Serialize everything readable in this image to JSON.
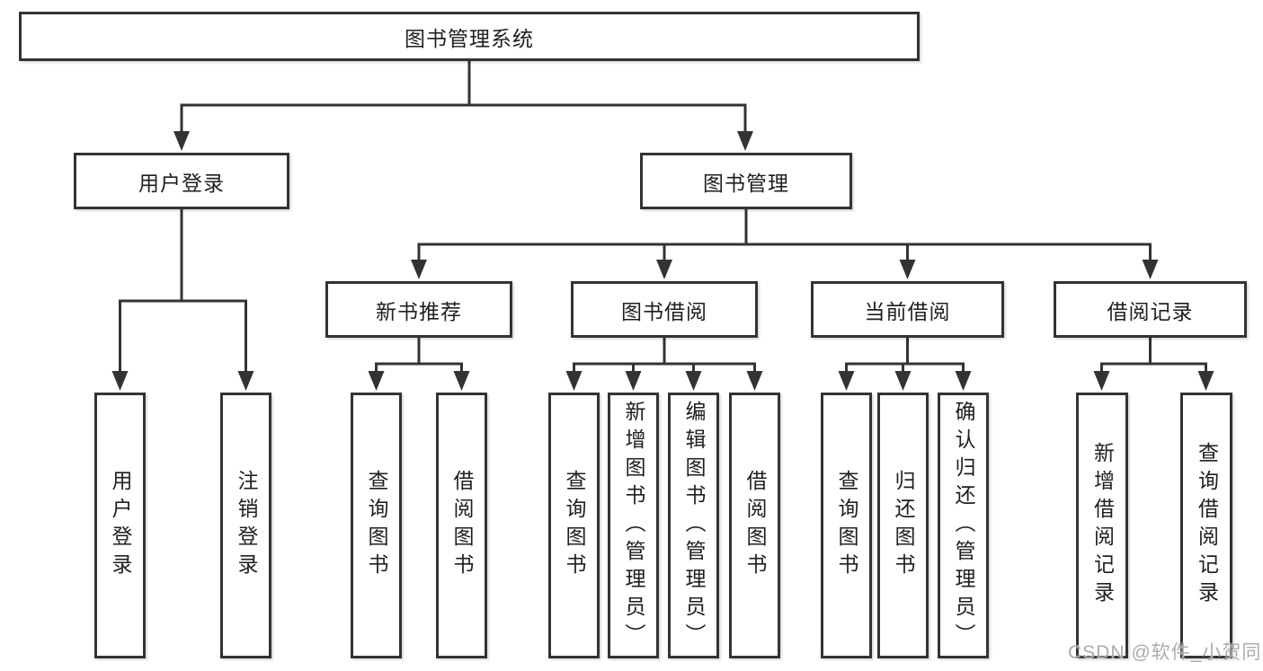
{
  "tree": {
    "label": "图书管理系统",
    "children": [
      {
        "label": "用户登录",
        "children": [
          {
            "label": "用户登录"
          },
          {
            "label": "注销登录"
          }
        ]
      },
      {
        "label": "图书管理",
        "children": [
          {
            "label": "新书推荐",
            "children": [
              {
                "label": "查询图书"
              },
              {
                "label": "借阅图书"
              }
            ]
          },
          {
            "label": "图书借阅",
            "children": [
              {
                "label": "查询图书"
              },
              {
                "label": "新增图书（管理员）"
              },
              {
                "label": "编辑图书（管理员）"
              },
              {
                "label": "借阅图书"
              }
            ]
          },
          {
            "label": "当前借阅",
            "children": [
              {
                "label": "查询图书"
              },
              {
                "label": "归还图书"
              },
              {
                "label": "确认归还（管理员）"
              }
            ]
          },
          {
            "label": "借阅记录",
            "children": [
              {
                "label": "新增借阅记录"
              },
              {
                "label": "查询借阅记录"
              }
            ]
          }
        ]
      }
    ]
  },
  "watermark": {
    "text": "CSDN @软件_小贺同学"
  },
  "colors": {
    "line": "#333333",
    "text": "#1f1f1f",
    "background": "#ffffff",
    "watermark": "#a8a8a8"
  }
}
